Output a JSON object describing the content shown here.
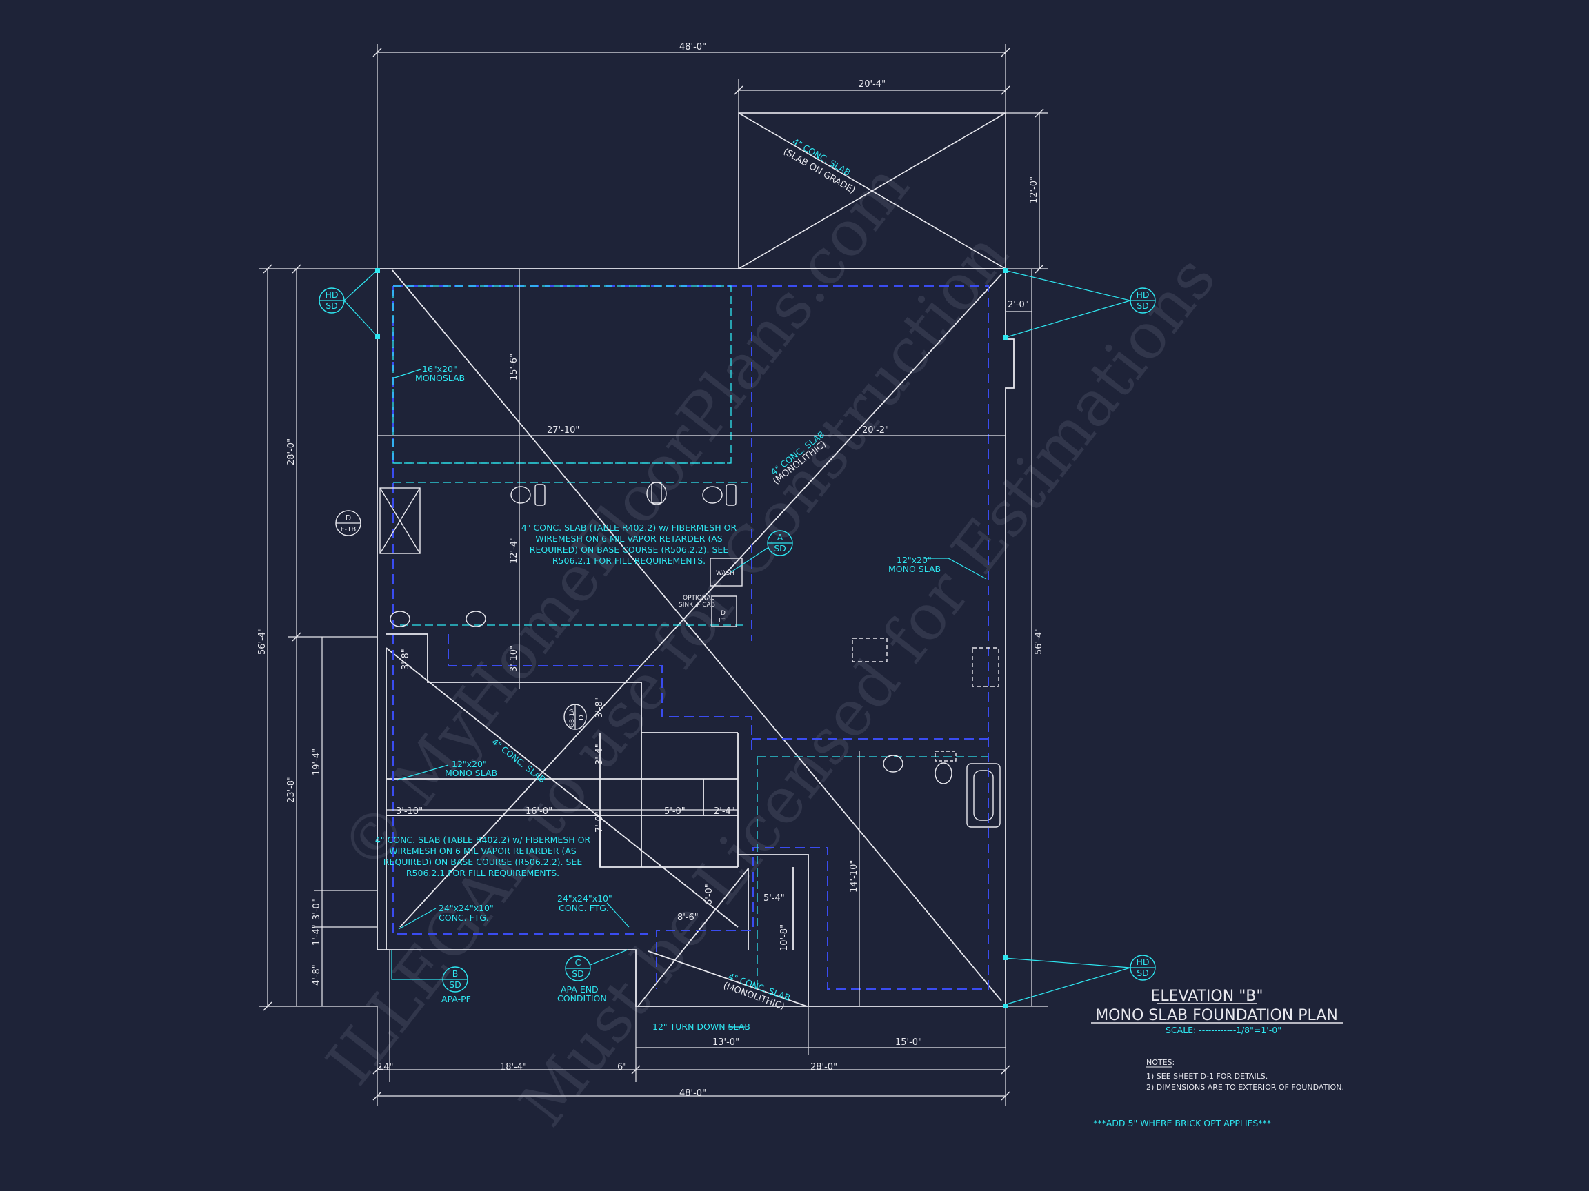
{
  "colors": {
    "background": "#1e2338",
    "linework": "#e8e8ee",
    "callouts": "#2ee6f0",
    "hidden_footings": "#3a4cf0"
  },
  "dimensions": {
    "top_overall": "48'-0\"",
    "garage_width": "20'-4\"",
    "garage_depth": "12'-0\"",
    "right_jog": "2'-0\"",
    "mid_left": "27'-10\"",
    "mid_right": "20'-2\"",
    "left_upper": "28'-0\"",
    "left_overall": "56'-4\"",
    "right_overall": "56'-4\"",
    "left_lower": "23'-8\"",
    "left_porch": "19'-4\"",
    "left_a": "3'-0\"",
    "left_b": "1'-4\"",
    "left_c": "4'-8\"",
    "v_15_6": "15'-6\"",
    "v_12_4": "12'-4\"",
    "v_3_10": "3'-10\"",
    "v_3_8a": "3'-8\"",
    "v_3_8b": "3'-8\"",
    "v_3_4": "3'-4\"",
    "v_7_0": "7'-0\"",
    "v_6_0": "6'-0\"",
    "v_10_8": "10'-8\"",
    "v_14_10": "14'-10\"",
    "h_3_10": "3'-10\"",
    "h_16_0": "16'-0\"",
    "h_5_0": "5'-0\"",
    "h_2_4": "2'-4\"",
    "h_5_4": "5'-4\"",
    "h_8_6": "8'-6\"",
    "h_13_0": "13'-0\"",
    "h_15_0": "15'-0\"",
    "bot_14": "14\"",
    "bot_18_4": "18'-4\"",
    "bot_6": "6\"",
    "bot_28_0": "28'-0\"",
    "bot_overall": "48'-0\""
  },
  "notes_text": {
    "garage_slab_1": "4\" CONC. SLAB",
    "garage_slab_2": "(SLAB ON GRADE)",
    "monoslab_1": "16\"x20\"",
    "monoslab_2": "MONOSLAB",
    "diag_slab_1": "4\" CONC. SLAB",
    "diag_slab_2": "(MONOLITHIC)",
    "slab_note": [
      "4\" CONC. SLAB (TABLE R402.2) w/ FIBERMESH OR",
      "WIREMESH ON 6 MIL VAPOR RETARDER (AS",
      "REQUIRED) ON BASE COURSE (R506.2.2). SEE",
      "R506.2.1 FOR FILL REQUIREMENTS."
    ],
    "mono12_1": "12\"x20\"",
    "mono12_2": "MONO SLAB",
    "optional": "OPTIONAL",
    "sink_cab": "SINK + CAB",
    "wash": "WASH",
    "dry": "D",
    "lt": "LT",
    "porch_slab": "4\" CONC. SLAB",
    "ftg_1": "24\"x24\"x10\"",
    "ftg_2": "CONC. FTG.",
    "apa_pf": "APA-PF",
    "apa_end_1": "APA END",
    "apa_end_2": "CONDITION",
    "turn_down": "12\" TURN DOWN SLAB",
    "bot_slab_1": "4\" CONC. SLAB",
    "bot_slab_2": "(MONOLITHIC)"
  },
  "tags": {
    "hd": "HD",
    "sd": "SD",
    "d": "D",
    "f1b": "F-1B",
    "a": "A",
    "b": "B",
    "c": "C",
    "gb": "GB-1A",
    "gbd": "D"
  },
  "title_block": {
    "line1": "ELEVATION \"B\"",
    "line2": "MONO SLAB FOUNDATION PLAN",
    "scale_label": "SCALE: ------------",
    "scale_value": "1/8\"=1'-0\""
  },
  "notes": {
    "heading": "NOTES:",
    "items": [
      "1)  SEE SHEET D-1 FOR DETAILS.",
      "2)  DIMENSIONS ARE TO EXTERIOR OF FOUNDATION."
    ]
  },
  "brick_note": "***ADD 5\" WHERE BRICK OPT APPLIES***",
  "watermark": {
    "line1": "© MyHomeFloorPlans.com",
    "line2": "ILLEGAL to use for Construction",
    "line3": "Must be Licensed for Estimations"
  }
}
